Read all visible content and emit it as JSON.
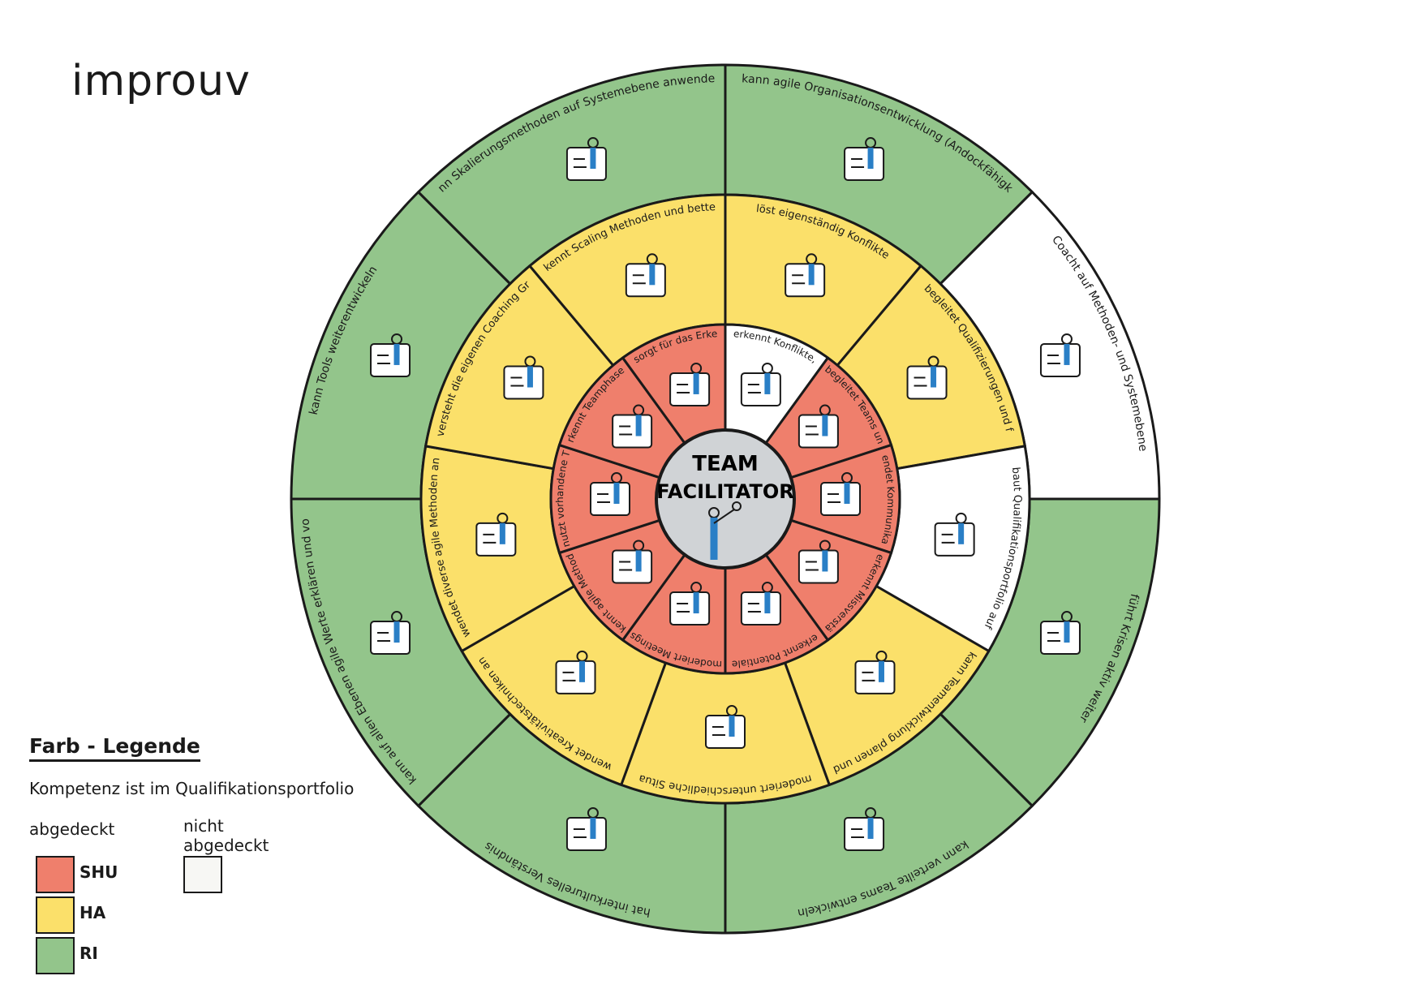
{
  "logo": "improuv",
  "center": {
    "line1": "TEAM",
    "line2": "FACILITATOR"
  },
  "colors": {
    "SHU": "#ef7f6c",
    "HA": "#fbe06a",
    "RI": "#93c58b",
    "none": "#ffffff",
    "center": "#d0d3d6",
    "stroke": "#1a1a1a",
    "accent": "#2a7fc6"
  },
  "rings": {
    "inner": [
      {
        "label": "erkennt Konflikte, betreibt Konfliktmanagement",
        "level": "none",
        "icon": "conflict-figures-icon"
      },
      {
        "label": "begleitet Teams und hält sie am Laufen",
        "level": "SHU",
        "icon": "team-walking-icon"
      },
      {
        "label": "wendet Kommunikationstechniken an",
        "level": "SHU",
        "icon": "speech-gear-icon"
      },
      {
        "label": "erkennt Missverständnisse",
        "level": "SHU",
        "icon": "misunderstanding-icon"
      },
      {
        "label": "erkennt Potentiale des Teams",
        "level": "SHU",
        "icon": "spiral-potential-icon"
      },
      {
        "label": "moderiert Meetings",
        "level": "SHU",
        "icon": "agenda-flipchart-icon"
      },
      {
        "label": "kennt agile Methoden",
        "level": "SHU",
        "icon": "open-book-icon"
      },
      {
        "label": "nutzt vorhandene Tools",
        "level": "SHU",
        "icon": "toolbox-icon"
      },
      {
        "label": "erkennt Teamphasen",
        "level": "SHU",
        "icon": "alarm-clock-icon"
      },
      {
        "label": "sorgt für das Erkennen von Impediments und deren Beseitigung",
        "level": "SHU",
        "icon": "impediment-icon"
      }
    ],
    "middle": [
      {
        "label": "löst eigenständig Konflikte",
        "level": "HA",
        "icon": "lightbulb-magnifier-icon"
      },
      {
        "label": "begleitet Qualifizierungen und führt diese durch",
        "level": "HA",
        "icon": "training-figures-icon"
      },
      {
        "label": "baut Qualifikationsportfolio auf",
        "level": "none",
        "icon": "portfolio-meeting-icon"
      },
      {
        "label": "kann Teamentwicklung planen und Teams vom SHU Level auf den HA Level führen",
        "level": "HA",
        "icon": "ladder-icon"
      },
      {
        "label": "moderiert unterschiedliche Situationen und stellt sich darauf ein",
        "level": "HA",
        "icon": "moderation-scooter-icon"
      },
      {
        "label": "wendet Kreativitätstechniken an",
        "level": "HA",
        "icon": "creativity-gear-icon"
      },
      {
        "label": "wendet diverse agile Methoden an",
        "level": "HA",
        "icon": "method-juggling-icon"
      },
      {
        "label": "versteht die eigenen Coaching Grenzen und holt entsprechend Unterstützung",
        "level": "HA",
        "icon": "coaching-cloud-icon"
      },
      {
        "label": "kennt Scaling Methoden und bettet das Team in den Wertstrom ein",
        "level": "HA",
        "icon": "value-stream-icon"
      }
    ],
    "outer": [
      {
        "label": "kann agile Organisationsentwicklung (Andockfähigkeit)",
        "level": "RI",
        "icon": "building-spiral-icon"
      },
      {
        "label": "Coacht auf Methoden- und Systemebene",
        "level": "none",
        "icon": "system-coaching-icon"
      },
      {
        "label": "führt Krisen aktiv weiter",
        "level": "RI",
        "icon": "crisis-figures-icon"
      },
      {
        "label": "kann verteilte Teams entwickeln",
        "level": "RI",
        "icon": "globe-teams-icon"
      },
      {
        "label": "hat interkulturelles Verständnis",
        "level": "RI",
        "icon": "globe-badge-icon"
      },
      {
        "label": "kann auf allen Ebenen agile Werte erklären und vorleben",
        "level": "RI",
        "icon": "compass-icon"
      },
      {
        "label": "kann Tools weiterentwickeln",
        "level": "RI",
        "icon": "tool-wrench-icon"
      },
      {
        "label": "kann Skalierungsmethoden auf Systemebene anwenden und gestalten und verantwortet Wirksamkeit",
        "level": "RI",
        "icon": "scaling-building-icon"
      }
    ]
  },
  "legend": {
    "title": "Farb - Legende",
    "subtitle": "Kompetenz ist im Qualifikationsportfolio",
    "covered": "abgedeckt",
    "not_covered": "nicht abgedeckt",
    "items": [
      {
        "label": "SHU",
        "level": "SHU"
      },
      {
        "label": "HA",
        "level": "HA"
      },
      {
        "label": "RI",
        "level": "RI"
      }
    ]
  }
}
